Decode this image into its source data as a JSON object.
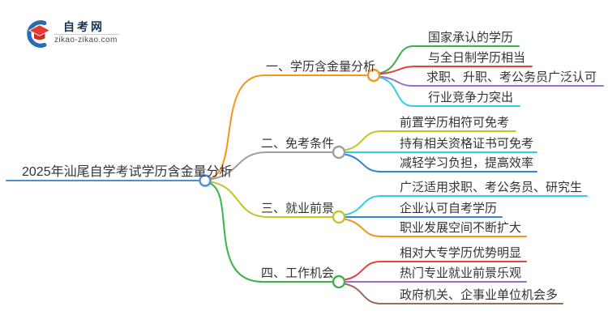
{
  "logo": {
    "title": "自考网",
    "url": "zikao-zikao.com"
  },
  "root": {
    "label": "2025年汕尾自学考试学历含金量分析"
  },
  "branches": [
    {
      "label": "一、学历含金量分析",
      "color": "orange",
      "children": [
        {
          "label": "国家承认的学历",
          "color": "green"
        },
        {
          "label": "与全日制学历相当",
          "color": "red"
        },
        {
          "label": "求职、升职、考公务员广泛认可",
          "color": "purple"
        },
        {
          "label": "行业竞争力突出",
          "color": "cyan"
        }
      ]
    },
    {
      "label": "二、免考条件",
      "color": "gray",
      "children": [
        {
          "label": "前置学历相符可免考",
          "color": "olive"
        },
        {
          "label": "持有相关资格证书可免考",
          "color": "cyan"
        },
        {
          "label": "减轻学习负担，提高效率",
          "color": "blue"
        }
      ]
    },
    {
      "label": "三、就业前景",
      "color": "olive",
      "children": [
        {
          "label": "广泛适用求职、考公务员、研究生",
          "color": "cyan"
        },
        {
          "label": "企业认可自考学历",
          "color": "blue"
        },
        {
          "label": "职业发展空间不断扩大",
          "color": "orange"
        }
      ]
    },
    {
      "label": "四、工作机会",
      "color": "green",
      "children": [
        {
          "label": "相对大专学历优势明显",
          "color": "red"
        },
        {
          "label": "热门专业就业前景乐观",
          "color": "purple"
        },
        {
          "label": "政府机关、企事业单位机会多",
          "color": "brown"
        }
      ]
    }
  ],
  "colors": {
    "orange": "#F7941E",
    "gray": "#9E9E9E",
    "olive": "#C2C428",
    "green": "#3BB24A",
    "red": "#E5403C",
    "purple": "#9C6FC9",
    "cyan": "#36C9E9",
    "blue": "#2E86D9",
    "brown": "#9C6A59",
    "root_blue": "#4A90D9",
    "text": "#333333",
    "logo_navy": "#16344E",
    "logo_red": "#E8382F",
    "logo_red_dark": "#C92E27",
    "logo_blue": "#2B6CB0"
  }
}
